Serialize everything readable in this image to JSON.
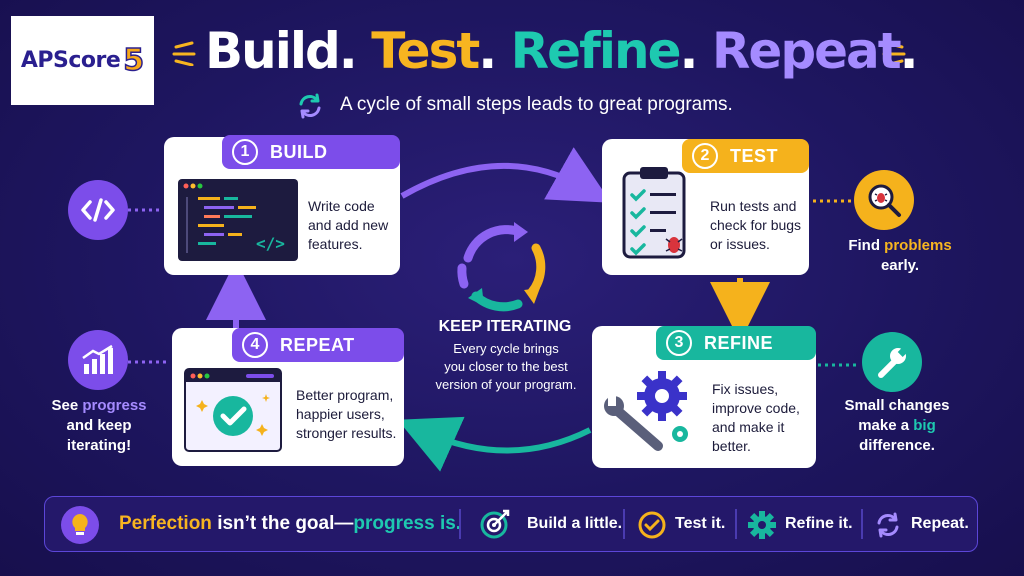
{
  "logo": {
    "text": "APScore",
    "five": "5"
  },
  "title": {
    "build": "Build",
    "test": "Test",
    "refine": "Refine",
    "repeat": "Repeat",
    "dot": "."
  },
  "subtitle": "A cycle of small steps leads to great programs.",
  "cards": {
    "build": {
      "number": "1",
      "title": "BUILD",
      "lines": [
        "Write code",
        "and add new",
        "features."
      ]
    },
    "test": {
      "number": "2",
      "title": "TEST",
      "lines": [
        "Run tests and",
        "check for bugs",
        "or issues."
      ]
    },
    "refine": {
      "number": "3",
      "title": "REFINE",
      "lines": [
        "Fix issues,",
        "improve code,",
        "and make it",
        "better."
      ]
    },
    "repeat": {
      "number": "4",
      "title": "REPEAT",
      "lines": [
        "Better program,",
        "happier users,",
        "stronger results."
      ]
    }
  },
  "center": {
    "title": "KEEP ITERATING",
    "lines": [
      "Every cycle brings",
      "you closer to the best",
      "version of your program."
    ]
  },
  "side": {
    "find": {
      "pre": "Find ",
      "highlight": "problems",
      "line2": "early."
    },
    "small": {
      "line1": "Small changes",
      "pre": "make a ",
      "highlight": "big",
      "line3": "difference."
    },
    "progress": {
      "pre": "See ",
      "highlight": "progress",
      "line2": "and keep",
      "line3": "iterating!"
    }
  },
  "banner": {
    "perfection": "Perfection",
    "middle": " isn’t the goal—",
    "progress": "progress is.",
    "items": [
      "Build a little.",
      "Test it.",
      "Refine it.",
      "Repeat."
    ]
  },
  "colors": {
    "purple": "#7c4dea",
    "yellow": "#f5b21c",
    "teal": "#18b79e",
    "background": "#1e1660"
  },
  "icons": [
    "code-icon",
    "bug-search-icon",
    "wrench-icon",
    "growth-chart-icon",
    "cycle-icon",
    "lightbulb-icon",
    "target-icon",
    "check-icon",
    "gear-icon",
    "repeat-icon"
  ]
}
